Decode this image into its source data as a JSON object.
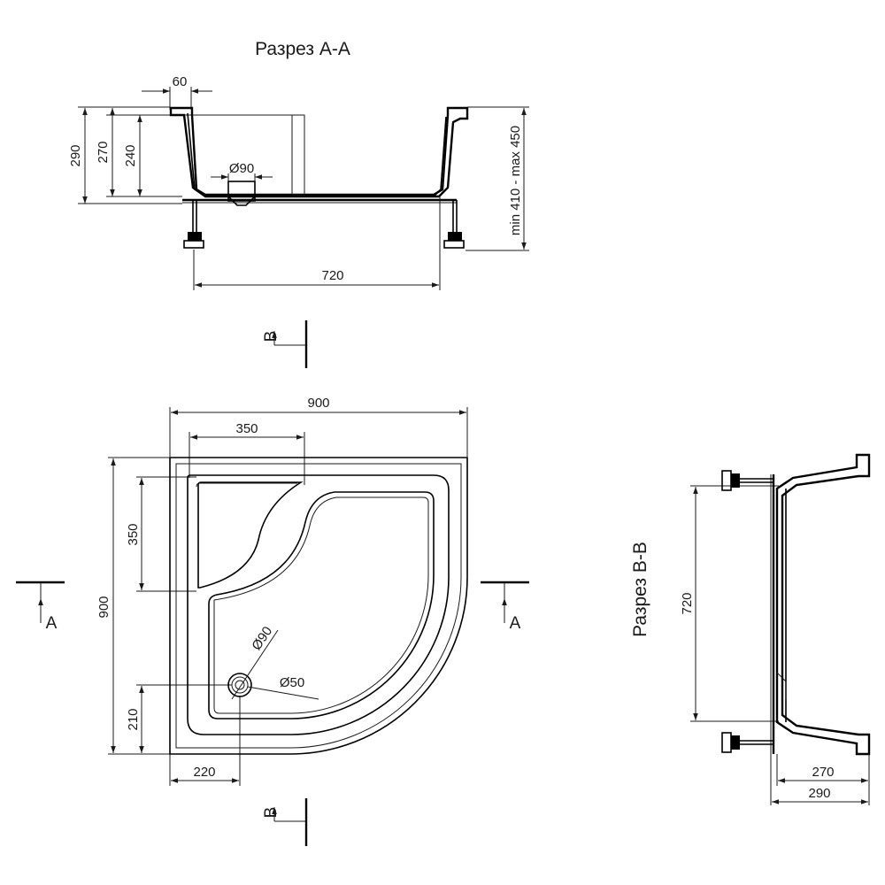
{
  "section_a": {
    "title": "Разрез А-А",
    "dim_top": "60",
    "dim_290": "290",
    "dim_270": "270",
    "dim_240": "240",
    "drain": "Ø90",
    "legs": "min 410 - max 450",
    "width": "720"
  },
  "plan": {
    "width": "900",
    "height": "900",
    "seat_width": "350",
    "seat_depth": "350",
    "drain_x": "220",
    "drain_y": "210",
    "drain_outer": "Ø90",
    "drain_inner": "Ø50",
    "cut_a_left": "A",
    "cut_a_right": "A",
    "cut_b_top": "B",
    "cut_b_bottom": "B"
  },
  "section_b": {
    "title": "Разрез В-В",
    "dim_720": "720",
    "dim_270": "270",
    "dim_290": "290"
  },
  "colors": {
    "line": "#000000",
    "background": "#ffffff"
  }
}
